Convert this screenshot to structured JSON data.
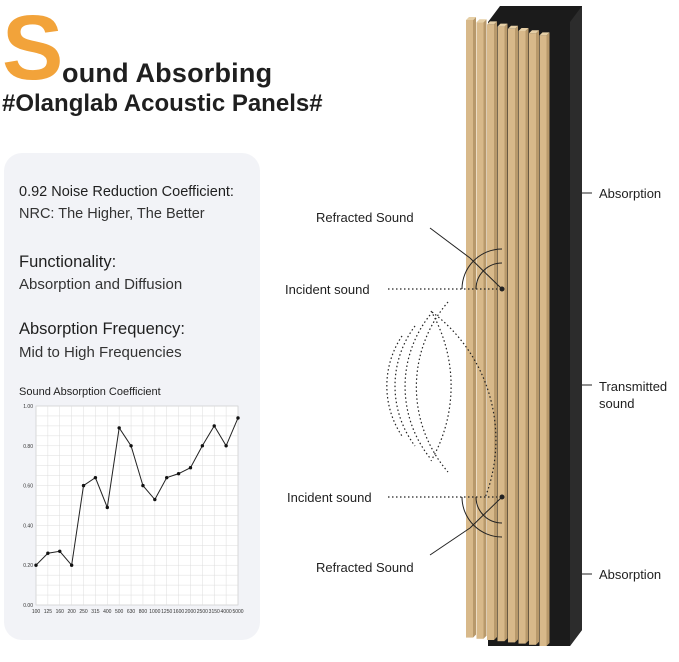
{
  "header": {
    "big_letter": "S",
    "title_rest": "ound Absorbing",
    "subtitle": "#Olanglab Acoustic Panels#"
  },
  "card": {
    "nrc_line": "0.92 Noise Reduction Coefficient:",
    "nrc_desc": "NRC: The Higher, The Better",
    "func_heading": "Functionality:",
    "func_value": "Absorption and Diffusion",
    "freq_heading": "Absorption Frequency:",
    "freq_value": "Mid to High Frequencies"
  },
  "colors": {
    "accent": "#F2A33A",
    "card_bg": "#f2f3f7",
    "wood": "#d8b98a",
    "felt": "#1a1a1a"
  },
  "chart_data": {
    "type": "line",
    "title": "Sound Absorption Coefficient",
    "categories": [
      "100",
      "125",
      "160",
      "200",
      "250",
      "315",
      "400",
      "500",
      "630",
      "800",
      "1000",
      "1250",
      "1600",
      "2000",
      "2500",
      "3150",
      "4000",
      "5000"
    ],
    "values": [
      0.2,
      0.26,
      0.27,
      0.2,
      0.6,
      0.64,
      0.49,
      0.89,
      0.8,
      0.6,
      0.53,
      0.64,
      0.66,
      0.69,
      0.8,
      0.9,
      0.8,
      0.94
    ],
    "y_ticks": [
      "0.00",
      "0.20",
      "0.40",
      "0.60",
      "0.80",
      "1.00"
    ],
    "ylim": [
      0,
      1
    ],
    "grid": true
  },
  "diagram": {
    "absorption_top": "Absorption",
    "refracted_top": "Refracted Sound",
    "incident_top": "Incident sound",
    "transmitted_1": "Transmitted",
    "transmitted_2": "sound",
    "incident_bottom": "Incident sound",
    "refracted_bottom": "Refracted Sound",
    "absorption_bottom": "Absorption"
  }
}
